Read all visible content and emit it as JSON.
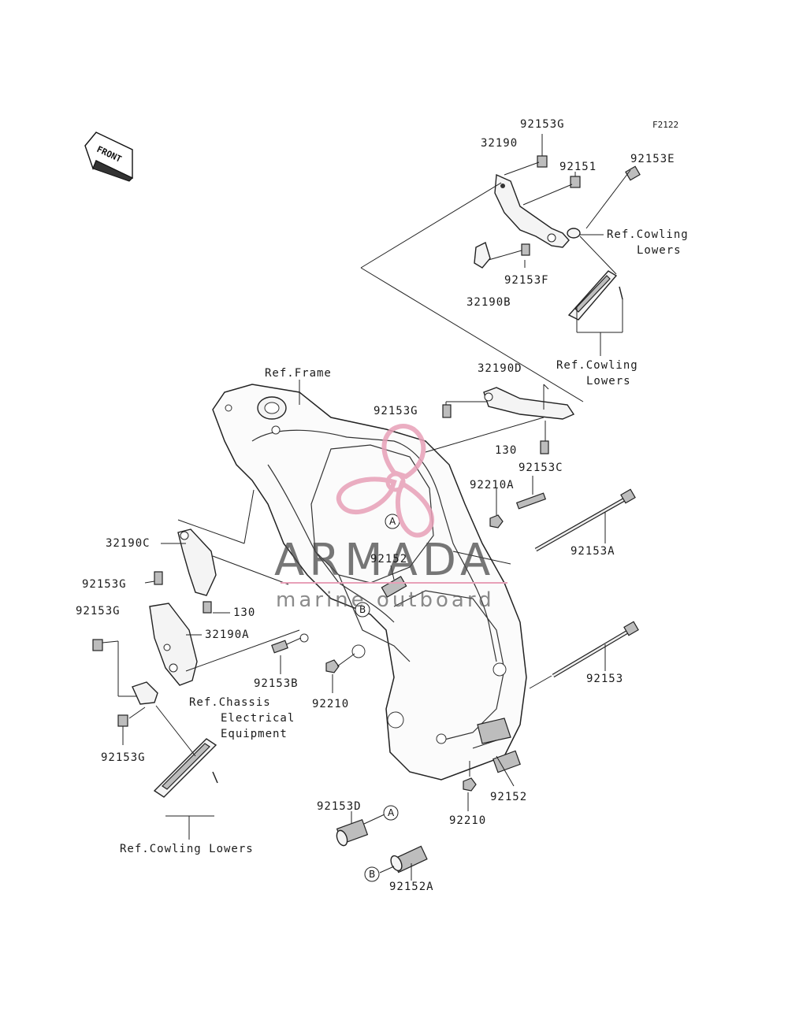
{
  "figure_code": "F2122",
  "front_arrow_label": "FRONT",
  "watermark": {
    "brand": "ARMADA",
    "tagline": "marine outboard",
    "accent_color": "#e8a0b8"
  },
  "markers": {
    "a": "A",
    "b": "B"
  },
  "labels": {
    "p92153G_top": "92153G",
    "p32190": "32190",
    "p92151": "92151",
    "p92153E": "92153E",
    "ref_cowling_lowers_1a": "Ref.Cowling",
    "ref_cowling_lowers_1b": "Lowers",
    "p92153F": "92153F",
    "p32190B": "32190B",
    "ref_cowling_lowers_2a": "Ref.Cowling",
    "ref_cowling_lowers_2b": "Lowers",
    "ref_frame": "Ref.Frame",
    "p32190D": "32190D",
    "p92153G_mid": "92153G",
    "p130_top": "130",
    "p92153C": "92153C",
    "p92210A": "92210A",
    "p92153A": "92153A",
    "p92152_mid": "92152",
    "p32190C": "32190C",
    "p92153G_left": "92153G",
    "p130_left": "130",
    "p92153G_left2": "92153G",
    "p32190A": "32190A",
    "p92153B": "92153B",
    "p92210": "92210",
    "p92153": "92153",
    "ref_chassis_a": "Ref.Chassis",
    "ref_chassis_b": "Electrical",
    "ref_chassis_c": "Equipment",
    "p92153G_bottom": "92153G",
    "p92152_bottom": "92152",
    "p92210_bottom": "92210",
    "p92153D": "92153D",
    "p92152A": "92152A",
    "ref_cowling_lowers_3": "Ref.Cowling Lowers"
  }
}
